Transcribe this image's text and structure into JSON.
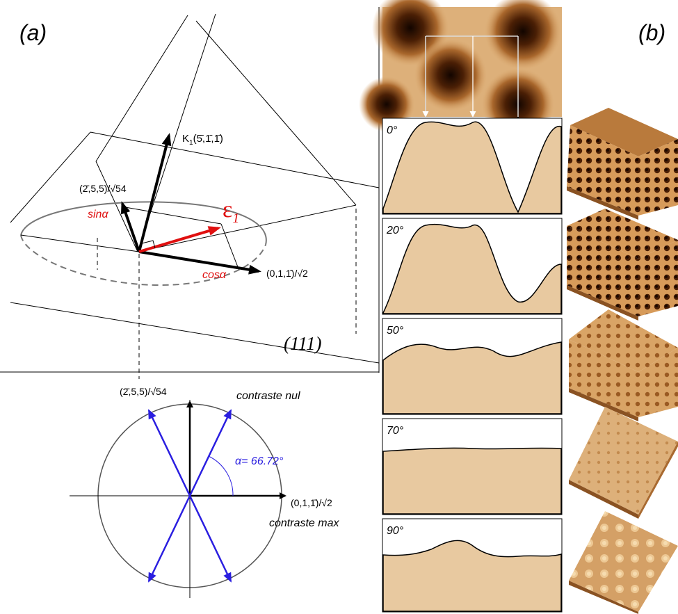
{
  "panel_a": {
    "label": "(a)",
    "k_vector": "K",
    "k_vector_sub": "1",
    "k_vector_index": "(5̄,1̄,1̄)",
    "vec_254": "(2̄,5,5)/√54",
    "vec_011": "(0,1,1̄)/√2",
    "sin_label": "sinα",
    "cos_label": "cosα",
    "epsilon_label": "ε",
    "epsilon_sub": "1",
    "plane_label": "(111)",
    "circle_vec_254": "(2̄,5,5)/√54",
    "circle_vec_011": "(0,1,1̄)/√2",
    "contraste_nul": "contraste nul",
    "contraste_max": "contraste max",
    "alpha_label": "α= 66.72°"
  },
  "panel_b": {
    "label": "(b)",
    "profiles": [
      {
        "angle": "0°"
      },
      {
        "angle": "20°"
      },
      {
        "angle": "50°"
      },
      {
        "angle": "70°"
      },
      {
        "angle": "90°"
      }
    ]
  },
  "colors": {
    "epsilon": "#e01010",
    "alpha": "#2a1ee0",
    "profile_fill": "#e8c9a0",
    "surface": "#c98a4a"
  }
}
